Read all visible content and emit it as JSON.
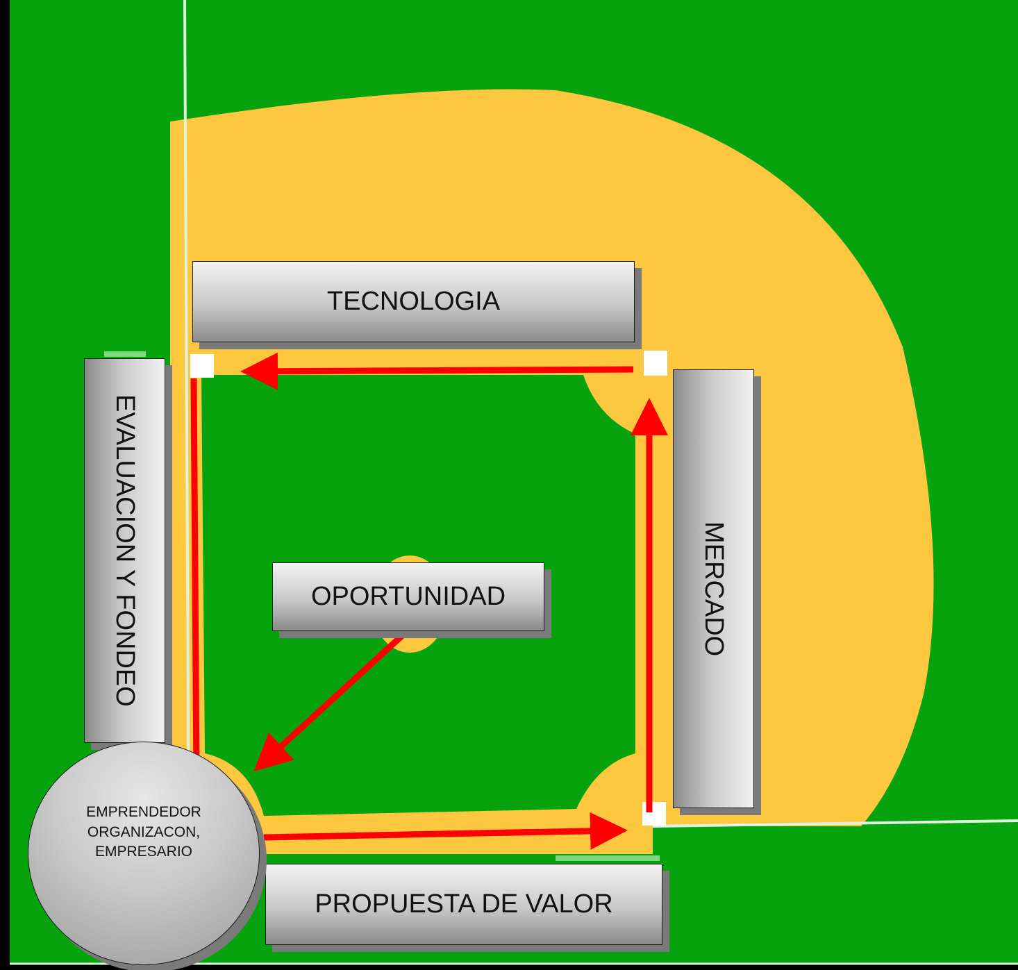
{
  "colors": {
    "background": "#000000",
    "grass": "#06a30f",
    "infield_dirt": "#fdc73f",
    "chalk": "#dff2df",
    "arrow": "#ff0000"
  },
  "boxes": {
    "tecnologia": "TECNOLOGIA",
    "evaluacion": "EVALUACION Y  FONDEO",
    "mercado": "MERCADO",
    "oportunidad": "OPORTUNIDAD",
    "propuesta": "PROPUESTA DE VALOR"
  },
  "circle": {
    "lines": [
      "EMPRENDEDOR",
      "ORGANIZACON,",
      "EMPRESARIO"
    ]
  }
}
